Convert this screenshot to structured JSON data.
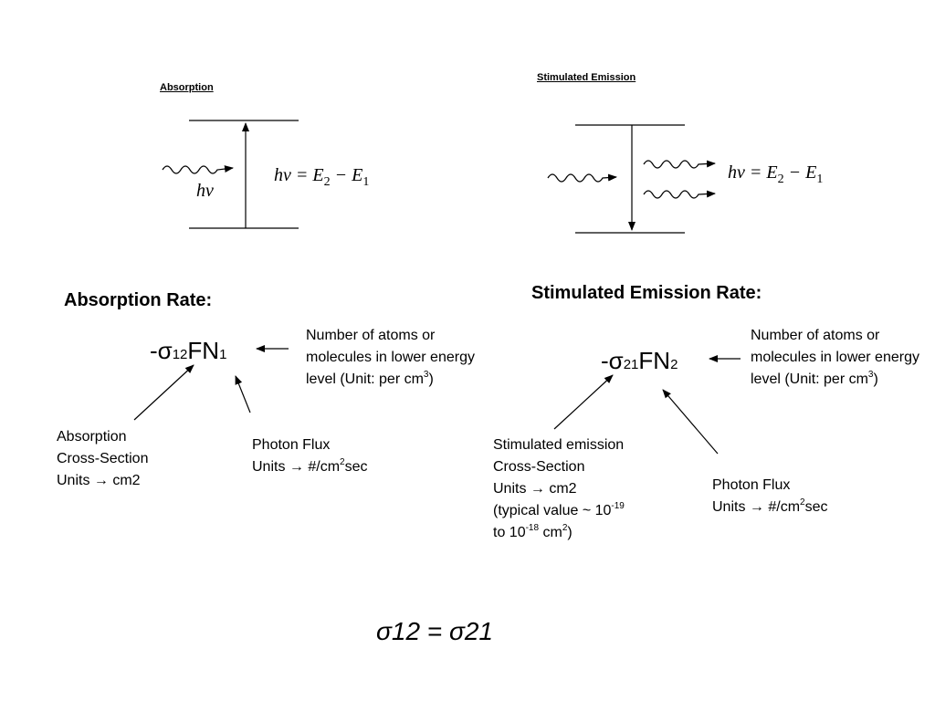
{
  "absorption": {
    "panel_title": "Absorption",
    "photon_label": "hν",
    "energy_eq": {
      "lhs": "hν = E",
      "sub2": "2",
      "mid": " − E",
      "sub1": "1"
    },
    "rate_title": "Absorption Rate:",
    "formula": {
      "prefix": "-σ",
      "sigma_sub": "12",
      "main": "FN",
      "n_sub": "1"
    },
    "note_atoms": {
      "text": "Number of atoms or molecules in lower energy level (Unit: per cm",
      "sup": "3",
      "end": ")"
    },
    "note_cross_section": {
      "line1": "Absorption",
      "line2": "Cross-Section",
      "line3": "Units → cm2"
    },
    "note_flux": {
      "line1": "Photon Flux",
      "line2_pre": "Units → #/cm",
      "line2_sup": "2",
      "line2_post": "sec"
    }
  },
  "emission": {
    "panel_title": "Stimulated Emission",
    "energy_eq": {
      "lhs": "hν = E",
      "sub2": "2",
      "mid": " − E",
      "sub1": "1"
    },
    "rate_title": "Stimulated Emission Rate:",
    "formula": {
      "prefix": "-σ",
      "sigma_sub": "21",
      "main": "FN",
      "n_sub": "2"
    },
    "note_atoms": {
      "text": "Number of atoms or molecules in lower energy level (Unit: per cm",
      "sup": "3",
      "end": ")"
    },
    "note_cross_section": {
      "line1": "Stimulated emission",
      "line2": "Cross-Section",
      "line3": "Units → cm2",
      "line4_pre": "(typical value ~ 10",
      "line4_sup": "-19",
      "line5_pre": "to 10",
      "line5_sup": "-18",
      "line5_mid": " cm",
      "line5_sup2": "2",
      "line5_end": ")"
    },
    "note_flux": {
      "line1": "Photon Flux",
      "line2_pre": "Units → #/cm",
      "line2_sup": "2",
      "line2_post": "sec"
    }
  },
  "footer_equation": "σ12 = σ21"
}
